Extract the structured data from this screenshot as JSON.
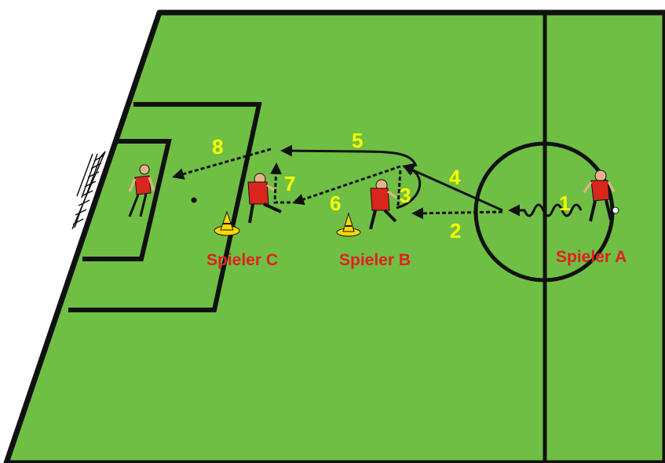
{
  "colors": {
    "field": "#6fbf44",
    "lines": "#111111",
    "step_numbers": "#ffff00",
    "player_labels": "#e02020",
    "shirt": "#d8261c",
    "cone": "#ffd800"
  },
  "players": [
    {
      "id": "A",
      "label": "Spieler A"
    },
    {
      "id": "B",
      "label": "Spieler B"
    },
    {
      "id": "C",
      "label": "Spieler C"
    }
  ],
  "steps": [
    {
      "n": "1",
      "type": "dribble"
    },
    {
      "n": "2",
      "type": "pass"
    },
    {
      "n": "3",
      "type": "run"
    },
    {
      "n": "4",
      "type": "run"
    },
    {
      "n": "5",
      "type": "run"
    },
    {
      "n": "6",
      "type": "pass"
    },
    {
      "n": "7",
      "type": "pass"
    },
    {
      "n": "8",
      "type": "pass"
    }
  ],
  "icons": [
    "goal-icon",
    "goalkeeper-icon",
    "player-icon",
    "cone-icon",
    "ball-icon"
  ]
}
